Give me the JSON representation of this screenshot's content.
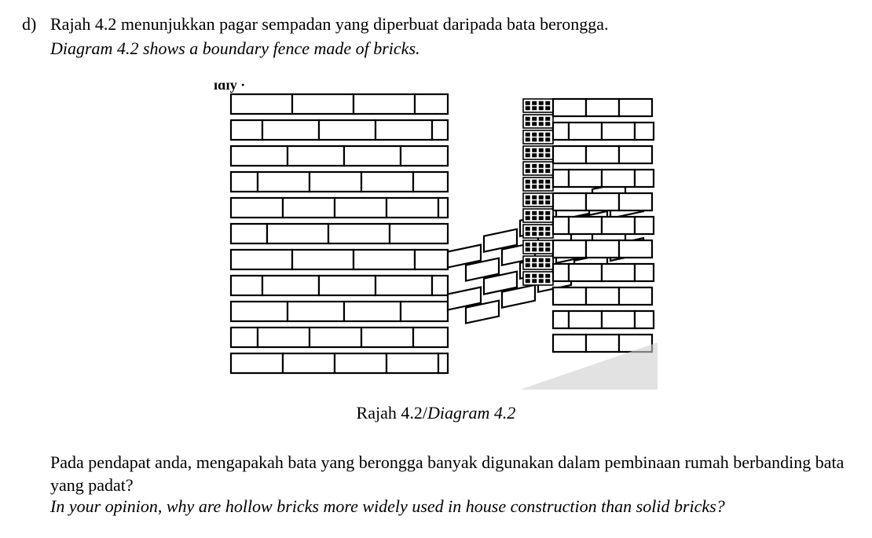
{
  "question": {
    "label": "d)",
    "malay": "Rajah 4.2 menunjukkan pagar sempadan yang diperbuat daripada bata berongga.",
    "english": "Diagram 4.2 shows a boundary fence made of bricks."
  },
  "figure": {
    "top_fragment": "ɪɑɪy ·",
    "caption_malay": "Rajah 4.2/",
    "caption_english": "Diagram 4.2"
  },
  "prompt": {
    "malay": "Pada pendapat anda, mengapakah bata yang berongga banyak digunakan dalam pembinaan rumah berbanding bata yang padat?",
    "english": "In your opinion, why are hollow bricks more widely used in house construction than solid bricks?"
  }
}
